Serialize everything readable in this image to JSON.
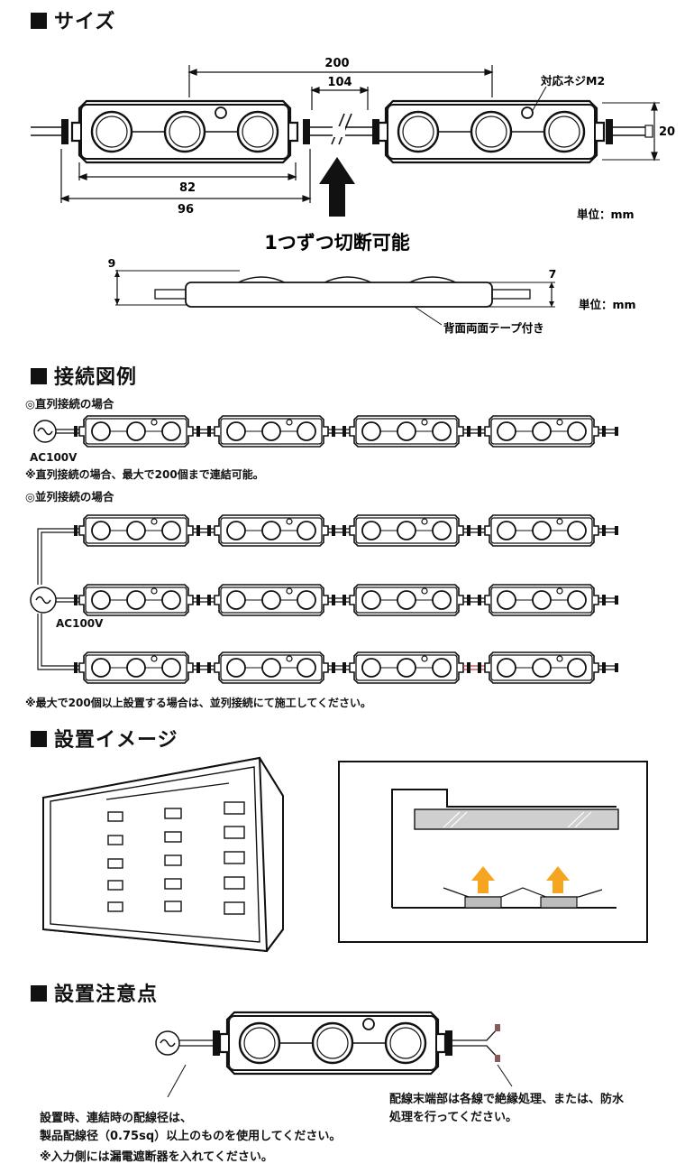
{
  "sections": {
    "size": "サイズ",
    "wiring": "接続図例",
    "install_image": "設置イメージ",
    "install_notes": "設置注意点"
  },
  "size": {
    "dim_200": "200",
    "dim_104": "104",
    "dim_82": "82",
    "dim_96": "96",
    "dim_20": "20",
    "screw_label": "対応ネジM2",
    "unit_label": "単位：mm",
    "cut_label": "1つずつ切断可能",
    "side_dim_9": "9",
    "side_dim_7": "7",
    "side_unit_label": "単位：mm",
    "tape_label": "背面両面テープ付き"
  },
  "wiring": {
    "series_title": "◎直列接続の場合",
    "series_source": "AC100V",
    "series_note": "※直列接続の場合、最大で200個まで連結可能。",
    "parallel_title": "◎並列接続の場合",
    "parallel_source": "AC100V",
    "parallel_note": "※最大で200個以上設置する場合は、並列接続にて施工してください。"
  },
  "notes": {
    "left_line1": "設置時、連結時の配線径は、",
    "left_line2": "製品配線径（0.75sq）以上のものを使用してください。",
    "left_line3": "※入力側には漏電遮断器を入れてください。",
    "right_line1": "配線末端部は各線で絶縁処理、または、防水",
    "right_line2": "処理を行ってください。"
  },
  "colors": {
    "ink": "#111111",
    "module_fill": "#ffffff",
    "lens_fill": "#ffffff",
    "arrow_orange": "#f5a51f",
    "gray_panel": "#cfcfcf",
    "red_wire": "#d23a3a"
  }
}
